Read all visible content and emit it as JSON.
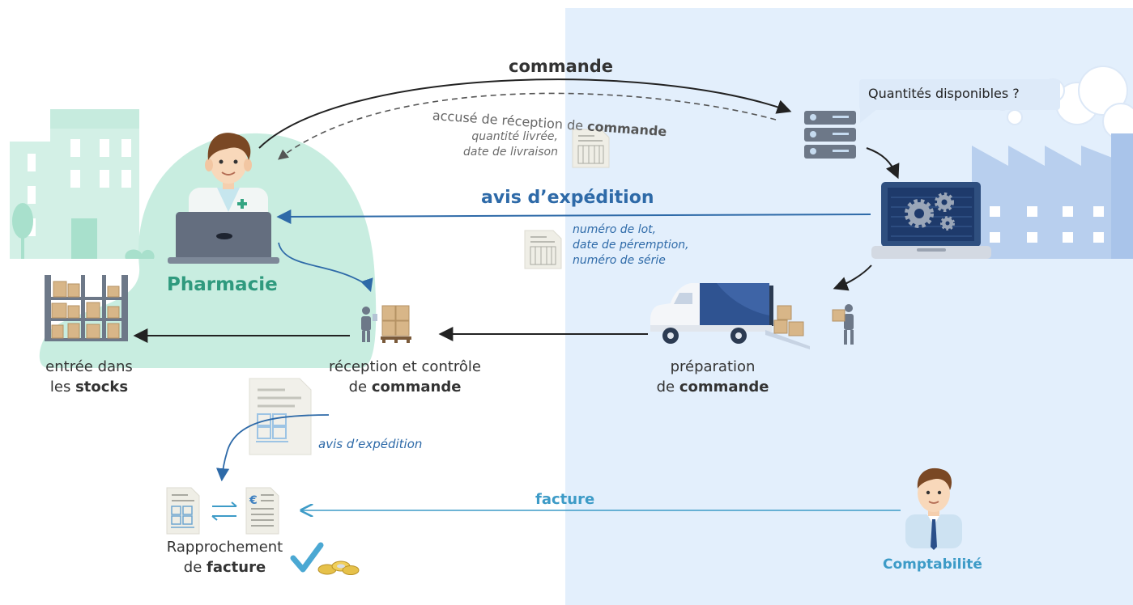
{
  "messages": {
    "commande": "commande",
    "accuse_part1": "accusé de réception de",
    "accuse_part2": "commande",
    "accuse_detail_1": "quantité livrée,",
    "accuse_detail_2": "date de livraison",
    "avis_expedition": "avis d’expédition",
    "avis_detail_1": "numéro de lot,",
    "avis_detail_2": "date de péremption,",
    "avis_detail_3": "numéro de série",
    "facture": "facture",
    "avis_expedition_doc": "avis d’expédition"
  },
  "bubble": {
    "text": "Quantités disponibles ?"
  },
  "actors": {
    "pharmacie": "Pharmacie",
    "comptabilite": "Comptabilité"
  },
  "steps": {
    "stocks_line1": "entrée dans",
    "stocks_line2_pre": "les",
    "stocks_line2_bold": "stocks",
    "reception_line1": "réception et contrôle",
    "reception_line2_pre": "de",
    "reception_line2_bold": "commande",
    "preparation_line1": "préparation",
    "preparation_line2_pre": "de",
    "preparation_line2_bold": "commande",
    "rapprochement_line1": "Rapprochement",
    "rapprochement_line2_pre": "de",
    "rapprochement_line2_bold": "facture"
  },
  "colors": {
    "supplier_zone": "#e3effc",
    "pharmacy_blob": "#c8ede0",
    "pharmacy_green": "#2f9a7e",
    "shipment_blue": "#2e6aa8",
    "invoice_blue": "#3d9bc7",
    "arrow_dark": "#222222"
  }
}
